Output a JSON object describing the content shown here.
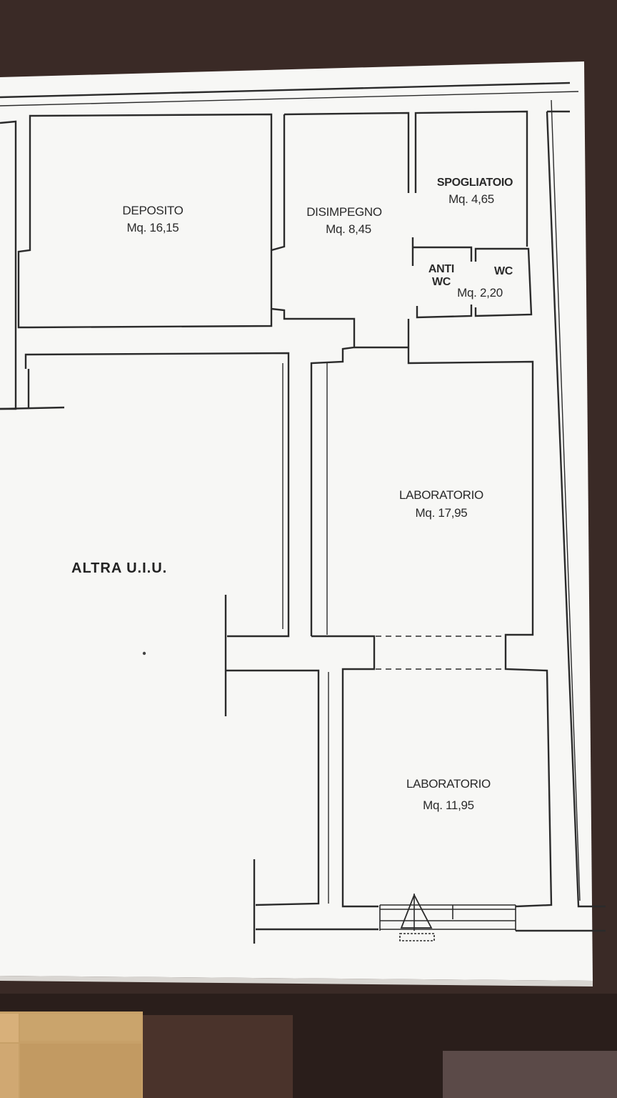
{
  "rooms": [
    {
      "id": "deposito",
      "name": "DEPOSITO",
      "area": "Mq. 16,15"
    },
    {
      "id": "disimpegno",
      "name": "DISIMPEGNO",
      "area": "Mq. 8,45"
    },
    {
      "id": "spogliatoio",
      "name": "SPOGLIATOIO",
      "area": "Mq. 4,65"
    },
    {
      "id": "anti-wc",
      "name_line1": "ANTI",
      "name_line2": "WC"
    },
    {
      "id": "wc",
      "name": "WC",
      "area": "Mq. 2,20"
    },
    {
      "id": "laboratorio-1",
      "name": "LABORATORIO",
      "area": "Mq. 17,95"
    },
    {
      "id": "laboratorio-2",
      "name": "LABORATORIO",
      "area": "Mq. 11,95"
    }
  ],
  "other_unit": "ALTRA U.I.U.",
  "colors": {
    "paper": "#f7f7f5",
    "ink": "#2b2b2b",
    "background": "#3a2a26",
    "floor": "#c9a06a"
  }
}
